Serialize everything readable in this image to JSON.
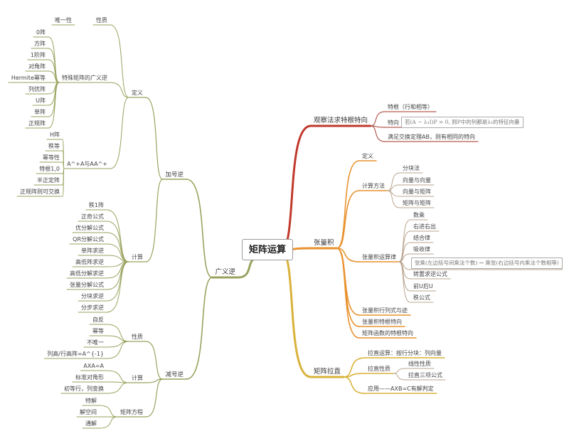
{
  "title": "矩阵运算",
  "colors": {
    "left": "#9aa25e",
    "red": "#c0392b",
    "orange": "#e8922e",
    "yellow": "#d9b23a",
    "tensor_leaf": "#b9a58f",
    "red_leaf": "#b35a52"
  },
  "left": {
    "label": "广义逆",
    "plus": {
      "label": "加号逆",
      "definition": {
        "label": "定义",
        "property": {
          "label": "性质",
          "children": [
            "唯一性"
          ]
        },
        "special": {
          "label": "特殊矩阵的广义逆",
          "children": [
            "0阵",
            "方阵",
            "1阶阵",
            "对角阵",
            "Hermite幂等",
            "列优阵",
            "U阵",
            "单阵",
            "正规阵"
          ]
        },
        "aa": {
          "label": "A^+A与AA^+",
          "children": [
            "H阵",
            "秩等",
            "幂等性",
            "特根1,0",
            "半正定阵",
            "正规阵则可交换"
          ]
        }
      },
      "compute": {
        "label": "计算",
        "children": [
          "秩1阵",
          "正奇公式",
          "优分解公式",
          "QR分解公式",
          "单阵求逆",
          "高低阵求逆",
          "高低分解求逆",
          "张量分解公式",
          "分块求逆",
          "分步求逆"
        ]
      }
    },
    "minus": {
      "label": "减号逆",
      "property": {
        "label": "性质",
        "children": [
          "自反",
          "幂等",
          "不唯一",
          "列高/行高阵=A^{-1}"
        ]
      },
      "compute": {
        "label": "计算",
        "children": [
          "AXA=A",
          "标准对角形",
          "初等行，列变换"
        ]
      },
      "equation": {
        "label": "矩阵方程",
        "children": [
          "特解",
          "解空间",
          "通解"
        ]
      }
    }
  },
  "right": [
    {
      "label": "观察法求特根特向",
      "children": [
        {
          "label": "特根（行和相等）"
        },
        {
          "label": "特向",
          "formula": "若(A − λ₁I)P = 0, 则P中的列都是λ₁的特征向量"
        },
        {
          "label": "满足交换定理AB，则有相同的特向"
        }
      ]
    },
    {
      "label": "张量积",
      "children": [
        {
          "label": "定义"
        },
        {
          "label": "计算方法",
          "children": [
            "分块法",
            "向量与向量",
            "向量与矩阵",
            "矩阵与矩阵"
          ]
        },
        {
          "label": "张量积运算律",
          "children": [
            "数乘",
            "右进右出",
            "结合律",
            "吸收律",
            "张乘(左边括号间乘法个数) ↔ 乘张(右边括号内乘法个数相等)",
            "转置求逆公式",
            "前U后U",
            "秩公式"
          ]
        },
        {
          "label": "张量积行列式与迹"
        },
        {
          "label": "张量积特根特向"
        },
        {
          "label": "矩阵函数的特根特向"
        }
      ]
    },
    {
      "label": "矩阵拉直",
      "children": [
        {
          "label": "拉直运算：按行分块：列向量"
        },
        {
          "label": "拉直性质",
          "children": [
            "线性性质",
            "拉直三项公式"
          ]
        },
        {
          "label": "应用——AXB=C有解判定"
        }
      ]
    }
  ]
}
